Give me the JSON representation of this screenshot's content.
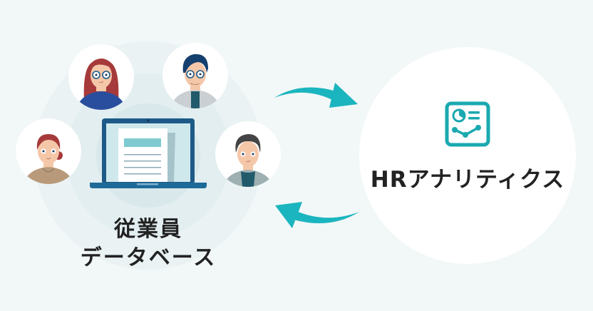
{
  "colors": {
    "background": "#f2f7f8",
    "accent": "#1bb5bf",
    "icon": "#1aa9b0",
    "laptop_frame": "#1d5a87",
    "text": "#222222"
  },
  "left_group": {
    "label_line1": "従業員",
    "label_line2": "データベース",
    "avatars": [
      {
        "name": "woman-with-glasses",
        "hair": "#a63a3a",
        "shirt": "#2a4e9e"
      },
      {
        "name": "man-with-glasses",
        "hair": "#153f6e",
        "shirt": "#c9cfd2"
      },
      {
        "name": "woman-ponytail",
        "hair": "#a63a3a",
        "shirt": "#b89a7a"
      },
      {
        "name": "man-suit",
        "hair": "#444444",
        "shirt": "#9fb0b3"
      }
    ],
    "center_icon": "laptop-document-icon"
  },
  "arrows": {
    "top": "arrow-to-analytics",
    "bottom": "arrow-to-database"
  },
  "right_group": {
    "label": "HRアナリティクス",
    "icon": "analytics-dashboard-icon"
  }
}
